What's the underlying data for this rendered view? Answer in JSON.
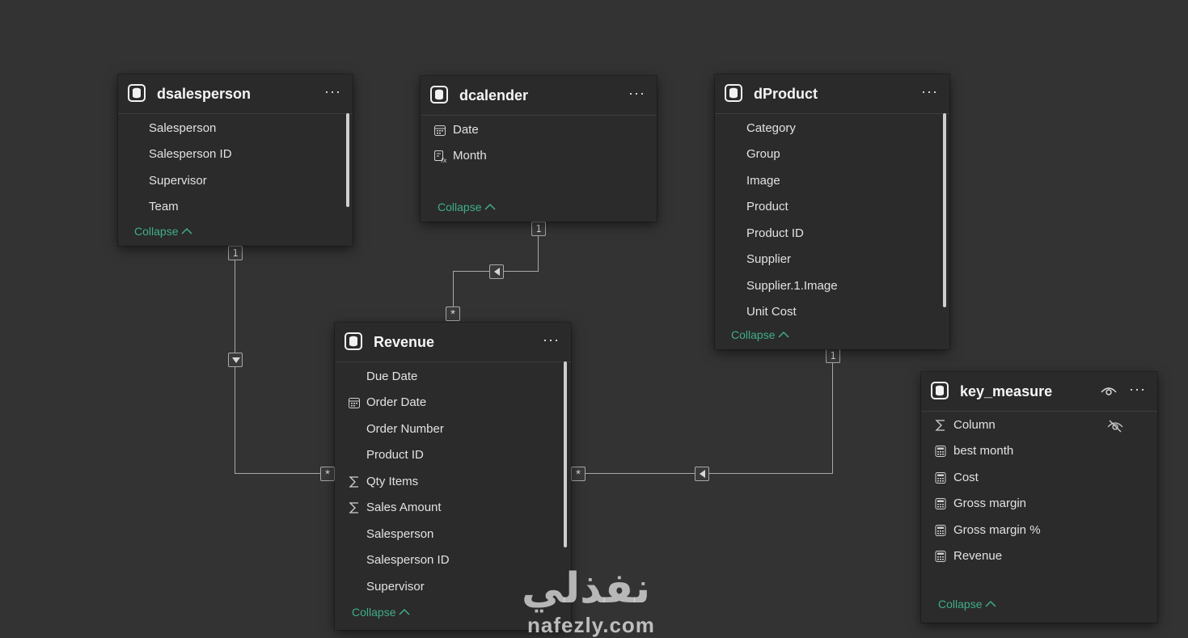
{
  "tables": {
    "dsalesperson": {
      "title": "dsalesperson",
      "fields": [
        {
          "label": "Salesperson",
          "icon": "none"
        },
        {
          "label": "Salesperson ID",
          "icon": "none"
        },
        {
          "label": "Supervisor",
          "icon": "none"
        },
        {
          "label": "Team",
          "icon": "none"
        }
      ],
      "collapse_label": "Collapse"
    },
    "dcalender": {
      "title": "dcalender",
      "fields": [
        {
          "label": "Date",
          "icon": "calendar-icon"
        },
        {
          "label": "Month",
          "icon": "calculated-column-icon"
        }
      ],
      "collapse_label": "Collapse"
    },
    "dProduct": {
      "title": "dProduct",
      "fields": [
        {
          "label": "Category",
          "icon": "none"
        },
        {
          "label": "Group",
          "icon": "none"
        },
        {
          "label": "Image",
          "icon": "none"
        },
        {
          "label": "Product",
          "icon": "none"
        },
        {
          "label": "Product ID",
          "icon": "none"
        },
        {
          "label": "Supplier",
          "icon": "none"
        },
        {
          "label": "Supplier.1.Image",
          "icon": "none"
        },
        {
          "label": "Unit Cost",
          "icon": "none"
        }
      ],
      "collapse_label": "Collapse"
    },
    "Revenue": {
      "title": "Revenue",
      "fields": [
        {
          "label": "Due Date",
          "icon": "none"
        },
        {
          "label": "Order Date",
          "icon": "calendar-icon"
        },
        {
          "label": "Order Number",
          "icon": "none"
        },
        {
          "label": "Product ID",
          "icon": "none"
        },
        {
          "label": "Qty Items",
          "icon": "sigma-icon"
        },
        {
          "label": "Sales Amount",
          "icon": "sigma-icon"
        },
        {
          "label": "Salesperson",
          "icon": "none"
        },
        {
          "label": "Salesperson ID",
          "icon": "none"
        },
        {
          "label": "Supervisor",
          "icon": "none"
        }
      ],
      "collapse_label": "Collapse"
    },
    "key_measure": {
      "title": "key_measure",
      "fields": [
        {
          "label": "Column",
          "icon": "sigma-icon",
          "hidden": true
        },
        {
          "label": "best month",
          "icon": "measure-icon"
        },
        {
          "label": "Cost",
          "icon": "measure-icon"
        },
        {
          "label": "Gross margin",
          "icon": "measure-icon"
        },
        {
          "label": "Gross margin %",
          "icon": "measure-icon"
        },
        {
          "label": "Revenue",
          "icon": "measure-icon"
        }
      ],
      "collapse_label": "Collapse"
    }
  },
  "relationships": [
    {
      "from": "dsalesperson",
      "to": "Revenue",
      "from_cardinality": "1",
      "to_cardinality": "*",
      "direction": "down"
    },
    {
      "from": "dcalender",
      "to": "Revenue",
      "from_cardinality": "1",
      "to_cardinality": "*",
      "direction": "left"
    },
    {
      "from": "dProduct",
      "to": "Revenue",
      "from_cardinality": "1",
      "to_cardinality": "*",
      "direction": "left"
    }
  ],
  "colors": {
    "background": "#333333",
    "card": "#2b2b2b",
    "accent_collapse": "#3fae8a",
    "line": "#a8a8a8"
  },
  "watermark": {
    "arabic": "نفذلي",
    "latin": "nafezly.com"
  }
}
